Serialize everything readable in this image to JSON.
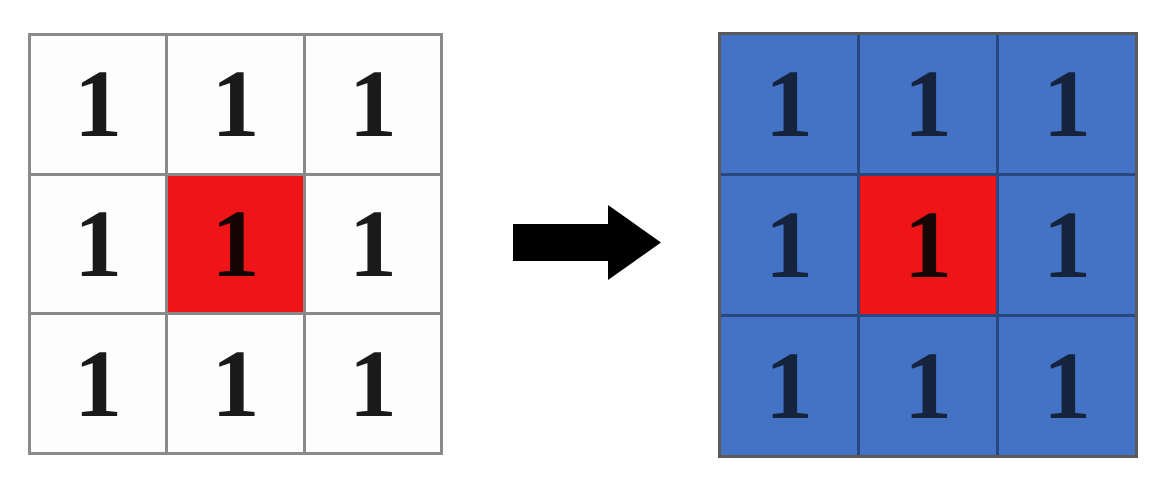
{
  "colors": {
    "page-bg": "#ffffff",
    "left-line": "#8a8a8a",
    "left-cell": "#fdfdfd",
    "highlight-red": "#ee1418",
    "blue-cell": "#4472c4",
    "blue-line": "#27497f",
    "right-outer": "#5a5a5a",
    "left-digit": "#1a1a1a",
    "right-digit": "#15233d",
    "arrow": "#000000"
  },
  "left_grid": {
    "cells": [
      "1",
      "1",
      "1",
      "1",
      "1",
      "1",
      "1",
      "1",
      "1"
    ],
    "highlight_index": 4,
    "highlight_color": "#ee1418",
    "cell_color": "#fdfdfd"
  },
  "right_grid": {
    "cells": [
      "1",
      "1",
      "1",
      "1",
      "1",
      "1",
      "1",
      "1",
      "1"
    ],
    "highlight_index": 4,
    "highlight_color": "#ee1418",
    "cell_color": "#4472c4"
  },
  "arrow": {
    "direction": "right",
    "color": "#000000"
  }
}
